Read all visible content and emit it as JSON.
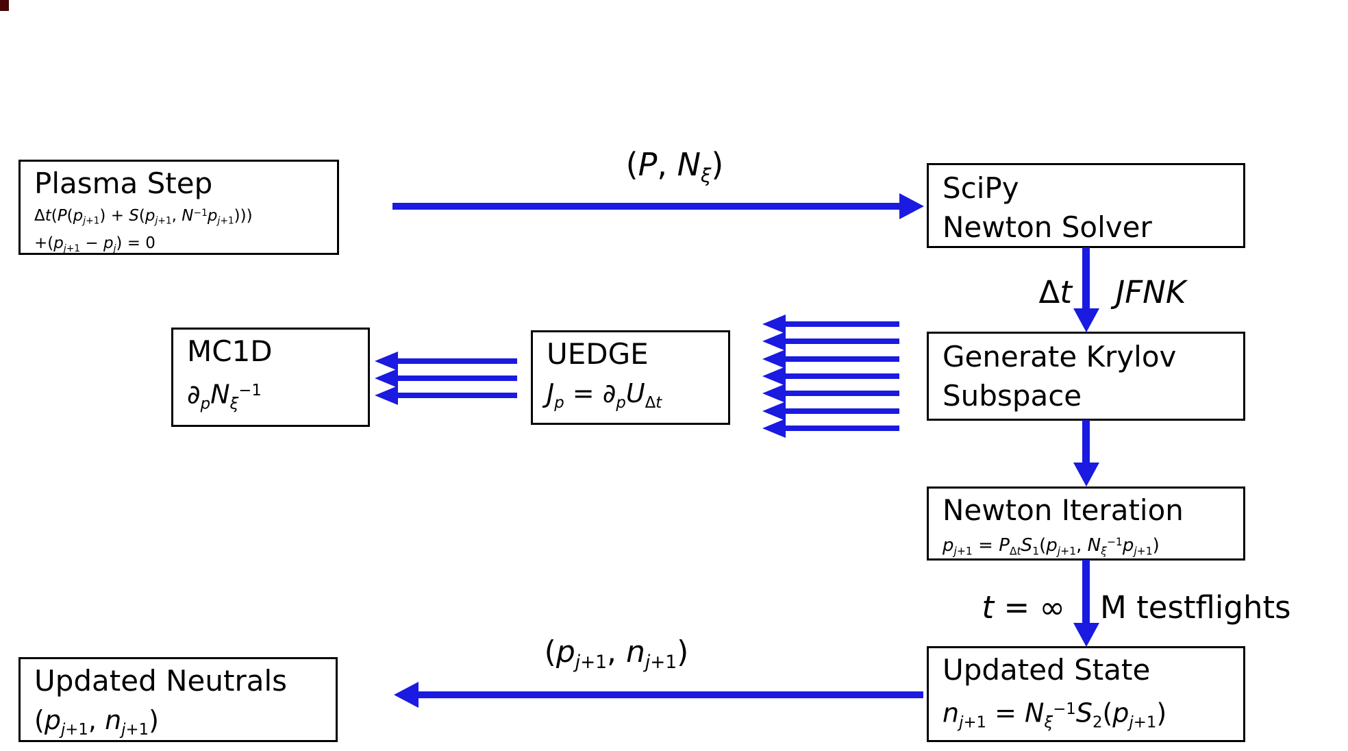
{
  "theme": {
    "background": "#ffffff",
    "arrow_color": "#1a1ae0",
    "box_border_color": "#000000",
    "text_color": "#000000"
  },
  "diagram": {
    "boxes": {
      "plasma_step": {
        "title": "Plasma Step",
        "formula_line1": "Δ<i>t</i>(<i>P</i>(<i>p</i><sub><i>j</i>+1</sub>) + <i>S</i>(<i>p</i><sub><i>j</i>+1</sub>, <i>N</i><sup>−1</sup><i>p</i><sub><i>j</i>+1</sub>)))",
        "formula_line2": "+(<i>p</i><sub><i>j</i>+1</sub> − <i>p</i><sub><i>j</i></sub>) = 0"
      },
      "scipy_newton_solver": {
        "title_line1": "SciPy",
        "title_line2": "Newton Solver"
      },
      "generate_krylov": {
        "title_line1": "Generate Krylov",
        "title_line2": "Subspace"
      },
      "newton_iteration": {
        "title": "Newton Iteration",
        "formula": "<i>p</i><sub><i>j</i>+1</sub> = <i>P</i><sub>Δ<i>t</i></sub><i>S</i><sub>1</sub>(<i>p</i><sub><i>j</i>+1</sub>, <i>N</i><sub><i>ξ</i></sub><sup>−1</sup><i>p</i><sub><i>j</i>+1</sub>)"
      },
      "updated_state": {
        "title": "Updated State",
        "formula": "<i>n</i><sub><i>j</i>+1</sub> = <i>N</i><sub><i>ξ</i></sub><sup>−1</sup><i>S</i><sub>2</sub>(<i>p</i><sub><i>j</i>+1</sub>)"
      },
      "updated_neutrals": {
        "title": "Updated Neutrals",
        "formula": "(<i>p</i><sub><i>j</i>+1</sub>, <i>n</i><sub><i>j</i>+1</sub>)"
      },
      "mc1d": {
        "title": "MC1D",
        "formula": "∂<sub><i>p</i></sub><i>N</i><sub><i>ξ</i></sub><sup>−1</sup>"
      },
      "uedge": {
        "title": "UEDGE",
        "formula": "<i>J</i><sub><i>p</i></sub> = ∂<sub><i>p</i></sub><i>U</i><sub>Δ<i>t</i></sub>"
      }
    },
    "edge_labels": {
      "p_nxi": "(<i>P</i>, <i>N</i><sub><i>ξ</i></sub>)",
      "delta_t": "Δ<i>t</i>",
      "jfnk": "<i>JFNK</i>",
      "t_infinity": "<i>t</i> = ∞",
      "m_testflights": "M testflights",
      "p_n_update": "(<i>p</i><sub><i>j</i>+1</sub>, <i>n</i><sub><i>j</i>+1</sub>)"
    }
  }
}
